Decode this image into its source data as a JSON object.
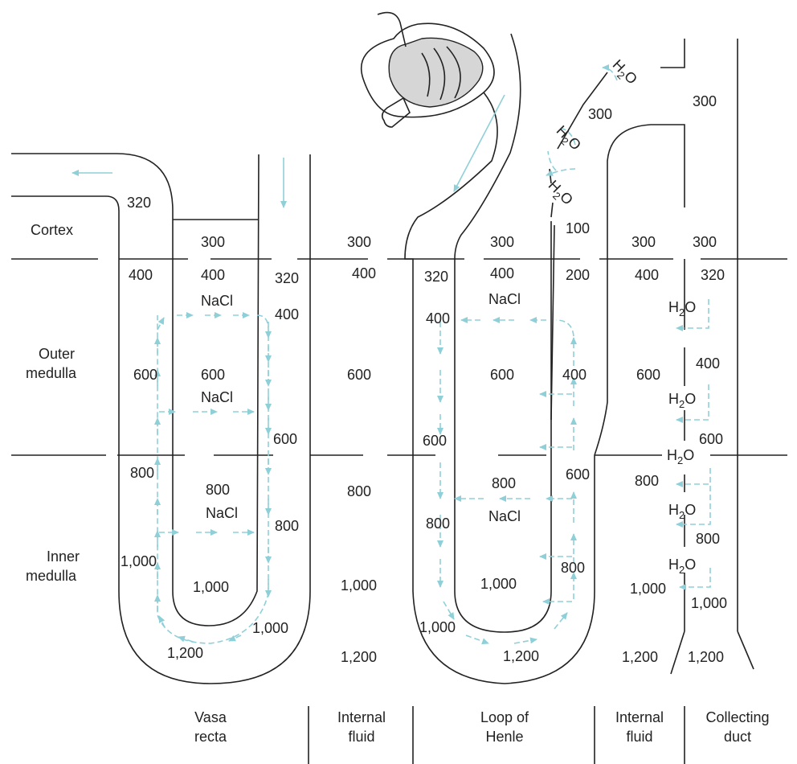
{
  "zones": {
    "cortex": "Cortex",
    "outer_medulla_1": "Outer",
    "outer_medulla_2": "medulla",
    "inner_medulla_1": "Inner",
    "inner_medulla_2": "medulla"
  },
  "columns": {
    "vasa_recta_1": "Vasa",
    "vasa_recta_2": "recta",
    "internal_fluid_a_1": "Internal",
    "internal_fluid_a_2": "fluid",
    "loop_1": "Loop of",
    "loop_2": "Henle",
    "internal_fluid_b_1": "Internal",
    "internal_fluid_b_2": "fluid",
    "collecting_1": "Collecting",
    "collecting_2": "duct"
  },
  "solutes": {
    "nacl": "NaCl",
    "water_h": "H",
    "water_sub": "2",
    "water_o": "O"
  },
  "vasa_recta": {
    "v320": "320",
    "v300": "300",
    "v400l": "400",
    "v400c": "400",
    "v320r": "320",
    "v400r": "400",
    "v600l": "600",
    "v600c": "600",
    "v600r": "600",
    "v800l": "800",
    "v800c": "800",
    "v800r": "800",
    "v1000l": "1,000",
    "v1000c": "1,000",
    "v1000r": "1,000",
    "v1200": "1,200"
  },
  "internal_fluid_a": {
    "v300": "300",
    "v400": "400",
    "v600": "600",
    "v800": "800",
    "v1000": "1,000",
    "v1200": "1,200"
  },
  "loop_of_henle": {
    "v300": "300",
    "v320": "320",
    "v400a": "400",
    "v400b": "400",
    "v600": "600",
    "v600b": "600",
    "v800": "800",
    "v800b": "800",
    "v1000": "1,000",
    "v1000b": "1,000",
    "v1200": "1,200",
    "v100": "100",
    "v200": "200",
    "v400asc": "400",
    "v600asc": "600",
    "v800asc": "800",
    "v300top": "300"
  },
  "internal_fluid_b": {
    "v300": "300",
    "v400": "400",
    "v600": "600",
    "v800": "800",
    "v1000": "1,000",
    "v1200": "1,200"
  },
  "collecting_duct": {
    "v300top": "300",
    "v300": "300",
    "v320": "320",
    "v400": "400",
    "v600": "600",
    "v800": "800",
    "v1000": "1,000",
    "v1200": "1,200"
  },
  "colors": {
    "line": "#222222",
    "arrow": "#8fd0d8",
    "glomerulus": "#d6d6d6"
  }
}
